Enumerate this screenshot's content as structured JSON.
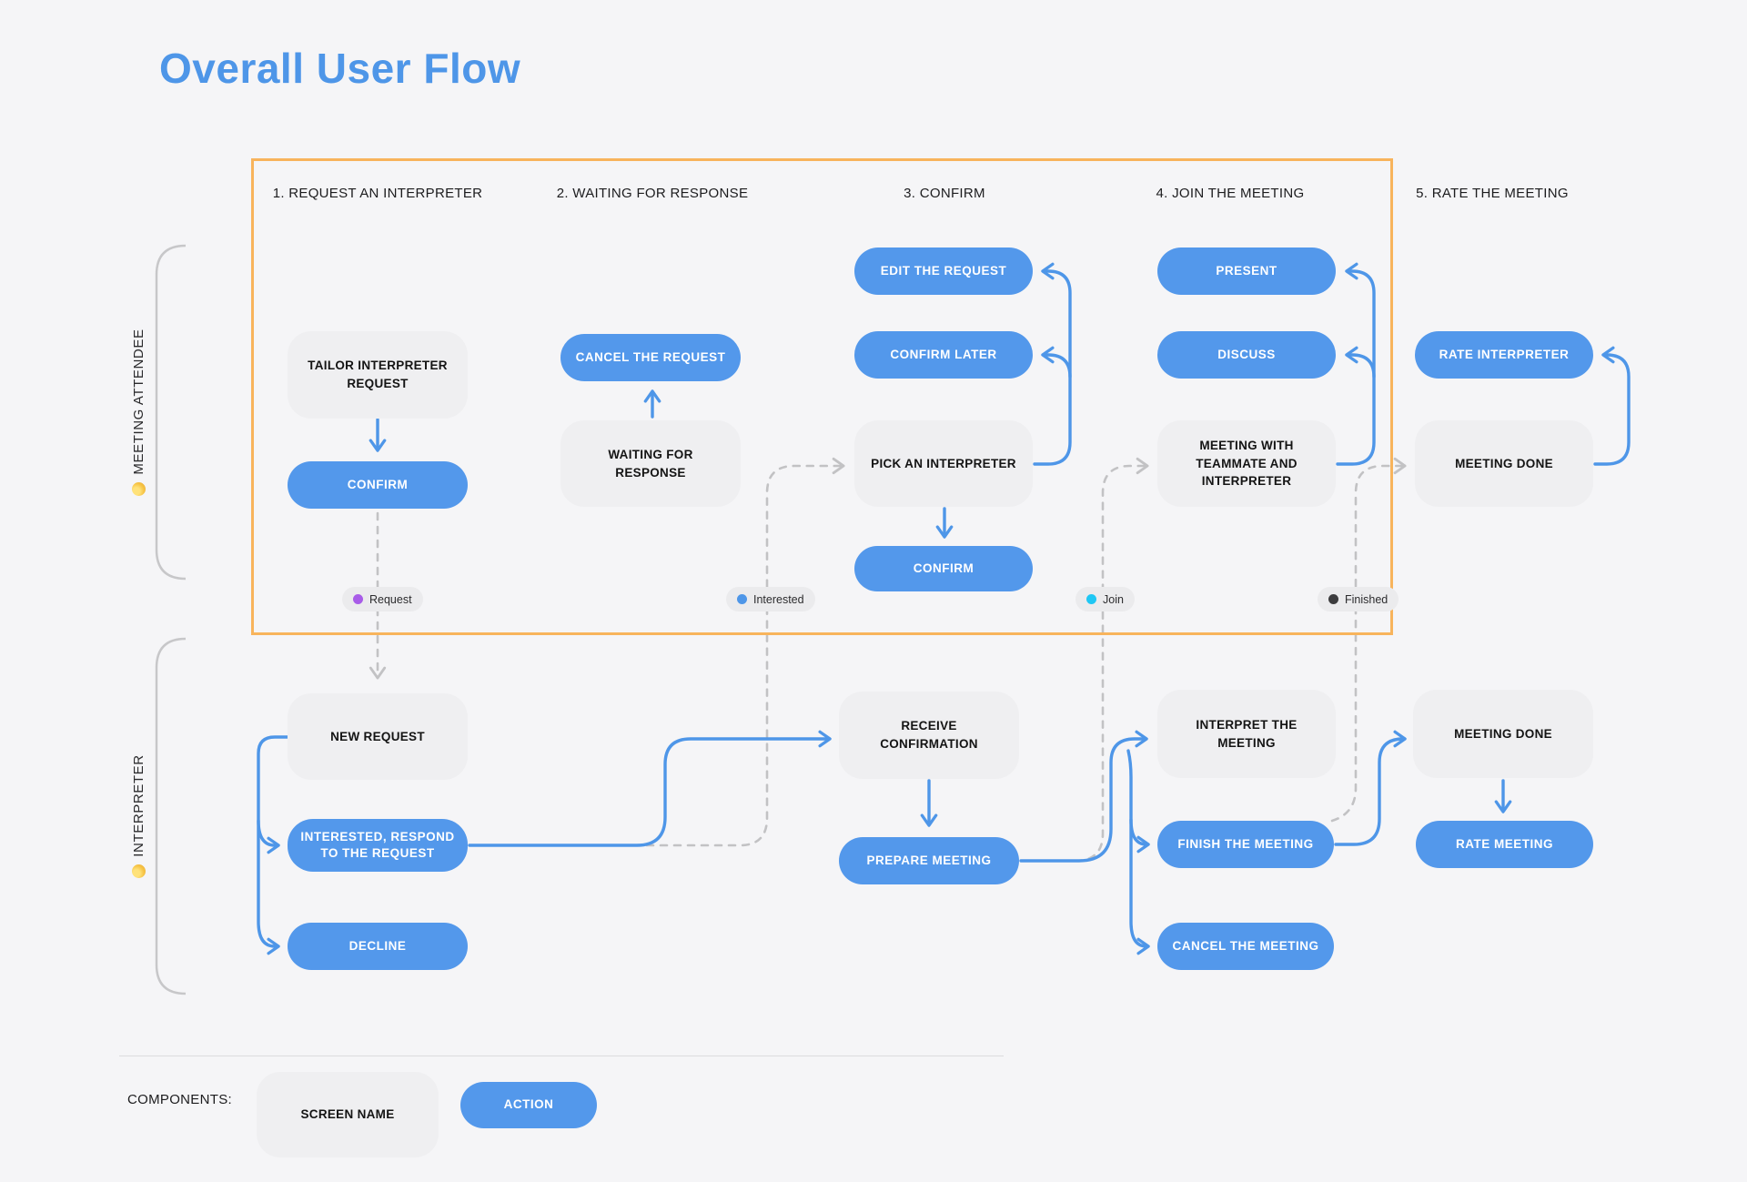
{
  "title": "Overall User Flow",
  "columns": [
    "1. REQUEST AN INTERPRETER",
    "2. WAITING FOR RESPONSE",
    "3. CONFIRM",
    "4. JOIN THE MEETING",
    "5. RATE THE MEETING"
  ],
  "lanes": [
    {
      "emoji": "🙂",
      "label": "MEETING ATTENDEE"
    },
    {
      "emoji": "🧏",
      "label": "INTERPRETER"
    }
  ],
  "nodes": {
    "tailor_request": {
      "type": "screen",
      "label": "TAILOR INTERPRETER REQUEST"
    },
    "confirm_request": {
      "type": "action",
      "label": "CONFIRM"
    },
    "cancel_request": {
      "type": "action",
      "label": "CANCEL THE REQUEST"
    },
    "waiting_response": {
      "type": "screen",
      "label": "WAITING FOR  RESPONSE"
    },
    "edit_request": {
      "type": "action",
      "label": "EDIT THE REQUEST"
    },
    "confirm_later": {
      "type": "action",
      "label": "CONFIRM LATER"
    },
    "pick_interpreter": {
      "type": "screen",
      "label": "PICK AN INTERPRETER"
    },
    "confirm_pick": {
      "type": "action",
      "label": "CONFIRM"
    },
    "present": {
      "type": "action",
      "label": "PRESENT"
    },
    "discuss": {
      "type": "action",
      "label": "DISCUSS"
    },
    "meeting_with_teammate": {
      "type": "screen",
      "label": "MEETING WITH TEAMMATE AND INTERPRETER"
    },
    "rate_interpreter": {
      "type": "action",
      "label": "RATE INTERPRETER"
    },
    "meeting_done_attendee": {
      "type": "screen",
      "label": "MEETING DONE"
    },
    "new_request": {
      "type": "screen",
      "label": "NEW REQUEST"
    },
    "interested_respond": {
      "type": "action",
      "label": "INTERESTED, RESPOND TO THE REQUEST"
    },
    "decline": {
      "type": "action",
      "label": "DECLINE"
    },
    "receive_confirmation": {
      "type": "screen",
      "label": "RECEIVE  CONFIRMATION"
    },
    "prepare_meeting": {
      "type": "action",
      "label": "PREPARE MEETING"
    },
    "interpret_meeting": {
      "type": "screen",
      "label": "INTERPRET THE MEETING"
    },
    "finish_meeting": {
      "type": "action",
      "label": "FINISH THE MEETING"
    },
    "cancel_meeting": {
      "type": "action",
      "label": "CANCEL THE MEETING"
    },
    "meeting_done_interpreter": {
      "type": "screen",
      "label": "MEETING DONE"
    },
    "rate_meeting": {
      "type": "action",
      "label": "RATE MEETING"
    }
  },
  "tags": [
    {
      "label": "Request",
      "color": "#A85CE8"
    },
    {
      "label": "Interested",
      "color": "#4E96E8"
    },
    {
      "label": "Join",
      "color": "#1FC7F4"
    },
    {
      "label": "Finished",
      "color": "#3C3C3E"
    }
  ],
  "legend": {
    "heading": "COMPONENTS:",
    "screen_label": "SCREEN NAME",
    "action_label": "ACTION"
  },
  "colors": {
    "title_blue": "#4E96E8",
    "action_blue": "#5398EB",
    "connector_blue": "#4E96E8",
    "stage_border_orange": "#F8B45C",
    "screen_fill_gray": "#EFEFF1",
    "dashed_gray": "#C2C2C4",
    "background": "#F5F5F7"
  }
}
